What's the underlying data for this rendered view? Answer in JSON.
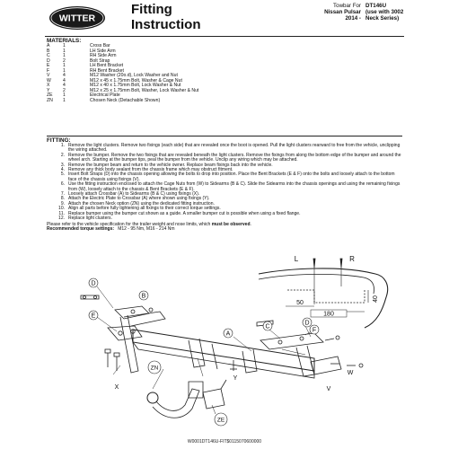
{
  "header": {
    "logo_text": "WITTER",
    "title_line1": "Fitting",
    "title_line2": "Instruction",
    "towbar_for": "Towbar For",
    "vehicle": "Nissan Pulsar",
    "year": "2014 -",
    "code": "DT146U",
    "variant_line1": "(use with 3002",
    "variant_line2": "Neck Series)"
  },
  "materials": {
    "heading": "MATERIALS:",
    "items": [
      {
        "key": "A",
        "qty": "1",
        "desc": "Cross Bar"
      },
      {
        "key": "B",
        "qty": "1",
        "desc": "LH Side Arm"
      },
      {
        "key": "C",
        "qty": "1",
        "desc": "RH Side Arm"
      },
      {
        "key": "D",
        "qty": "2",
        "desc": "Bolt Strap"
      },
      {
        "key": "E",
        "qty": "1",
        "desc": "LH Bent Bracket"
      },
      {
        "key": "F",
        "qty": "1",
        "desc": "RH Bent Bracket"
      },
      {
        "key": "V",
        "qty": "4",
        "desc": "M12 Washer (20o.d), Lock Washer and Nut"
      },
      {
        "key": "W",
        "qty": "4",
        "desc": "M12 x 45 x 1.75mm Bolt, Washer & Cage Nut"
      },
      {
        "key": "X",
        "qty": "4",
        "desc": "M12 x 40 x 1.75mm Bolt, Lock Washer & Nut"
      },
      {
        "key": "Y",
        "qty": "2",
        "desc": "M12 x 25 x 1.75mm Bolt, Washer, Lock Washer & Nut"
      },
      {
        "key": "ZE",
        "qty": "1",
        "desc": "Electrical Plate"
      },
      {
        "key": "ZN",
        "qty": "1",
        "desc": "Chosen Neck (Detachable Shown)"
      }
    ]
  },
  "fitting": {
    "heading": "FITTING:",
    "steps": [
      {
        "n": "1.",
        "text": "Remove the light clusters. Remove two fixings (each side) that are revealed once the boot is opened. Pull the light clusters rearward to free from the vehicle, unclipping the wiring attached."
      },
      {
        "n": "2.",
        "text": "Remove the bumper. Remove the two fixings that are revealed beneath the light clusters. Remove the fixings from along the bottom edge of the bumper and around the wheel arch. Starting at the bumper tips, peal the bumper from the vehicle. Unclip any wiring which may be attached."
      },
      {
        "n": "3.",
        "text": "Remove the bumper beam and return to the vehicle owner. Replace beam fixings back into the vehicle."
      },
      {
        "n": "4.",
        "text": "Remove any thick body sealant from the chassis frame which may obstruct fitment."
      },
      {
        "n": "5.",
        "text": "Insert Bolt Straps (D) into the chassis opening allowing the bolts to drop into position. Place the Bent Brackets (E & F) onto the bolts and loosely attach to the bottom face of the chassis using fixings (V)."
      },
      {
        "n": "6.",
        "text": "Use the fitting instruction enclosed to attach the Cage Nuts from (W) to Sidearms (B & C). Slide the Sidearms into the chassis openings and using the remaining fixings from (W), loosely attach to the chassis & Bent Brackets (E & F)."
      },
      {
        "n": "7.",
        "text": "Loosely attach Crossbar (A) to Sidearms (B & C) using fixings (X)."
      },
      {
        "n": "8.",
        "text": "Attach the Electric Plate to Crossbar (A) where shown using fixings (Y)."
      },
      {
        "n": "9.",
        "text": "Attach the chosen Neck option (ZN) using the dedicated fitting instruction."
      },
      {
        "n": "10.",
        "text": "Align all parts before fully tightening all fixings to their correct torque settings."
      },
      {
        "n": "11.",
        "text": "Replace bumper using the bumper cut shown as a guide. A smaller bumper cut is possible when using a fixed flange."
      },
      {
        "n": "12.",
        "text": "Replace light clusters."
      }
    ],
    "note_prefix": "Please refer to the vehicle specification for the trailer weight and nose limits, which ",
    "note_bold": "must be observed",
    "note_suffix": ".",
    "torque_label": "Recommended torque settings:",
    "torque_values": "M12 - 95 Nm, M16 - 214 Nm"
  },
  "diagram": {
    "labels": {
      "A": "A",
      "B": "B",
      "C": "C",
      "D": "D",
      "E": "E",
      "F": "F",
      "V": "V",
      "W": "W",
      "X": "X",
      "Y": "Y",
      "ZN": "ZN",
      "ZE": "ZE",
      "L": "L",
      "R": "R"
    },
    "dims": {
      "d50": "50",
      "d180": "180",
      "d40": "40"
    }
  },
  "footer": {
    "code": "W0001DT146U-FIT$0115070600000"
  },
  "colors": {
    "ink": "#111111",
    "logo_bg": "#1a1a1a"
  }
}
